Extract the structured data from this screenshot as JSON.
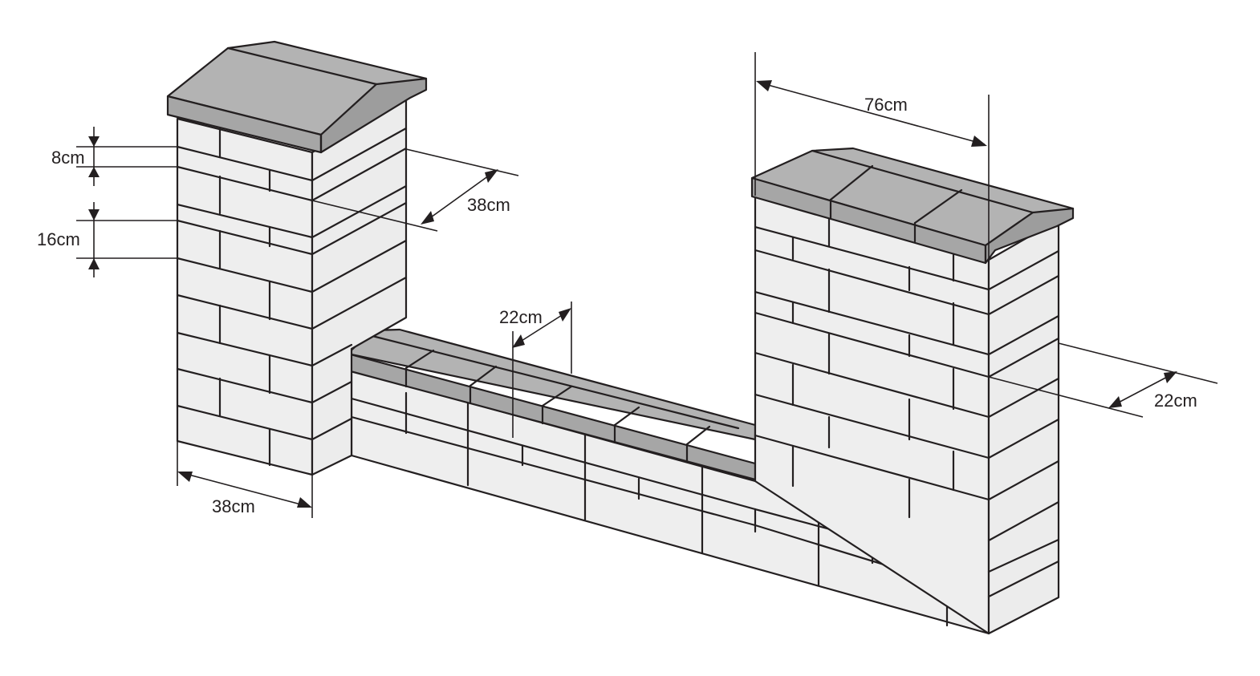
{
  "labels": {
    "block_height": "8cm",
    "course_height": "16cm",
    "pillar_depth_left": "38cm",
    "pillar_width_left": "38cm",
    "wall_depth": "22cm",
    "pillar_width_right": "76cm",
    "wall_depth_right": "22cm"
  },
  "colors": {
    "line": "#231f20",
    "block": "#eeeeee",
    "coping": "#b3b3b3"
  }
}
